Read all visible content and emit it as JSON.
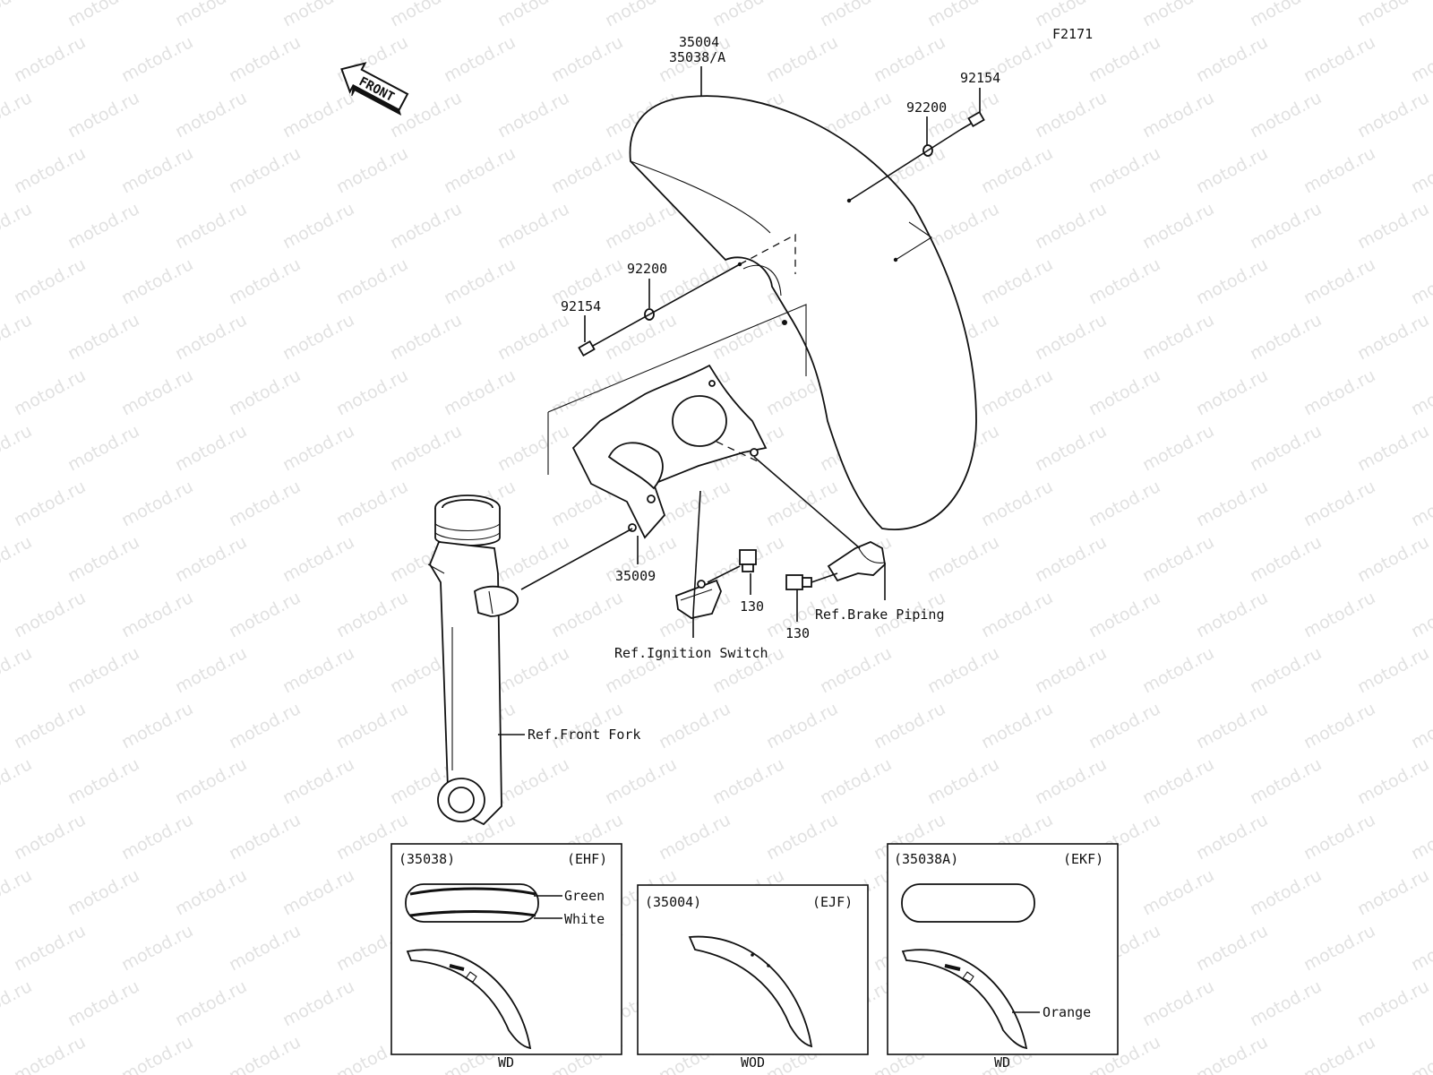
{
  "diagram": {
    "figure_code": "F2171",
    "front_label": "FRONT",
    "watermark_text": "motod.ru",
    "callouts": {
      "fender_part": "35004",
      "fender_alt_part": "35038/A",
      "bolt_right": "92154",
      "washer_right": "92200",
      "washer_left": "92200",
      "bolt_left": "92154",
      "bracket": "35009",
      "bolt_ignition": "130",
      "bolt_brake": "130",
      "ref_brake_piping": "Ref.Brake Piping",
      "ref_ignition_switch": "Ref.Ignition Switch",
      "ref_front_fork": "Ref.Front Fork"
    },
    "insets": [
      {
        "part": "(35038)",
        "code": "(EHF)",
        "stripe1": "Green",
        "stripe2": "White",
        "footer": "WD"
      },
      {
        "part": "(35004)",
        "code": "(EJF)",
        "footer": "WOD"
      },
      {
        "part": "(35038A)",
        "code": "(EKF)",
        "stripe1": "Orange",
        "footer": "WD"
      }
    ]
  }
}
